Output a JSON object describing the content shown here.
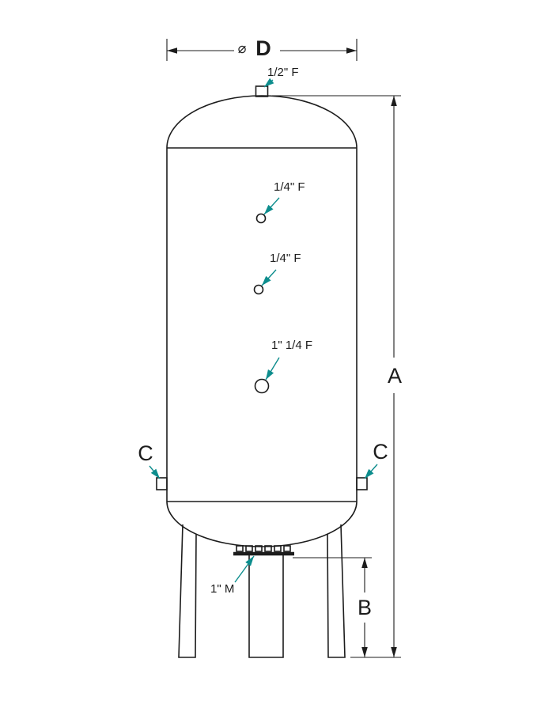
{
  "drawing": {
    "labels": {
      "diameter_symbol": "⌀",
      "diameter": "D",
      "height": "A",
      "leg_height": "B",
      "side_port_left": "C",
      "side_port_right": "C",
      "top_port": "1/2\" F",
      "upper_port": "1/4\" F",
      "middle_port": "1/4\" F",
      "lower_port": "1\" 1/4 F",
      "bottom_port": "1\" M"
    },
    "colors": {
      "line": "#1c1c1c",
      "callout": "#0d8d8d"
    }
  }
}
